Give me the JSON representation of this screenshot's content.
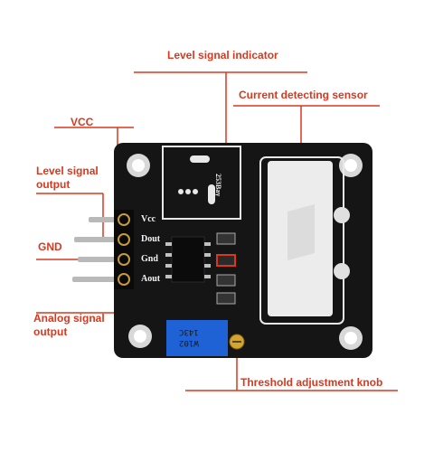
{
  "labels": {
    "level_signal_indicator": "Level signal indicator",
    "current_detecting_sensor": "Current detecting sensor",
    "vcc": "VCC",
    "level_signal_output_line1": "Level signal",
    "level_signal_output_line2": "output",
    "gnd": "GND",
    "analog_signal_output_line1": "Analog signal",
    "analog_signal_output_line2": "output",
    "threshold_adjustment_knob": "Threshold adjustment knob"
  },
  "board": {
    "pin_labels": [
      "Vcc",
      "Dout",
      "Gnd",
      "Aout"
    ],
    "sensor_marking": "253Bay",
    "potentiometer_marking_line1": "143C",
    "potentiometer_marking_line2": "W102"
  },
  "colors": {
    "accent": "#d9381e",
    "board": "#151515",
    "sensor_body": "#ececec",
    "potentiometer": "#1f62d6"
  }
}
